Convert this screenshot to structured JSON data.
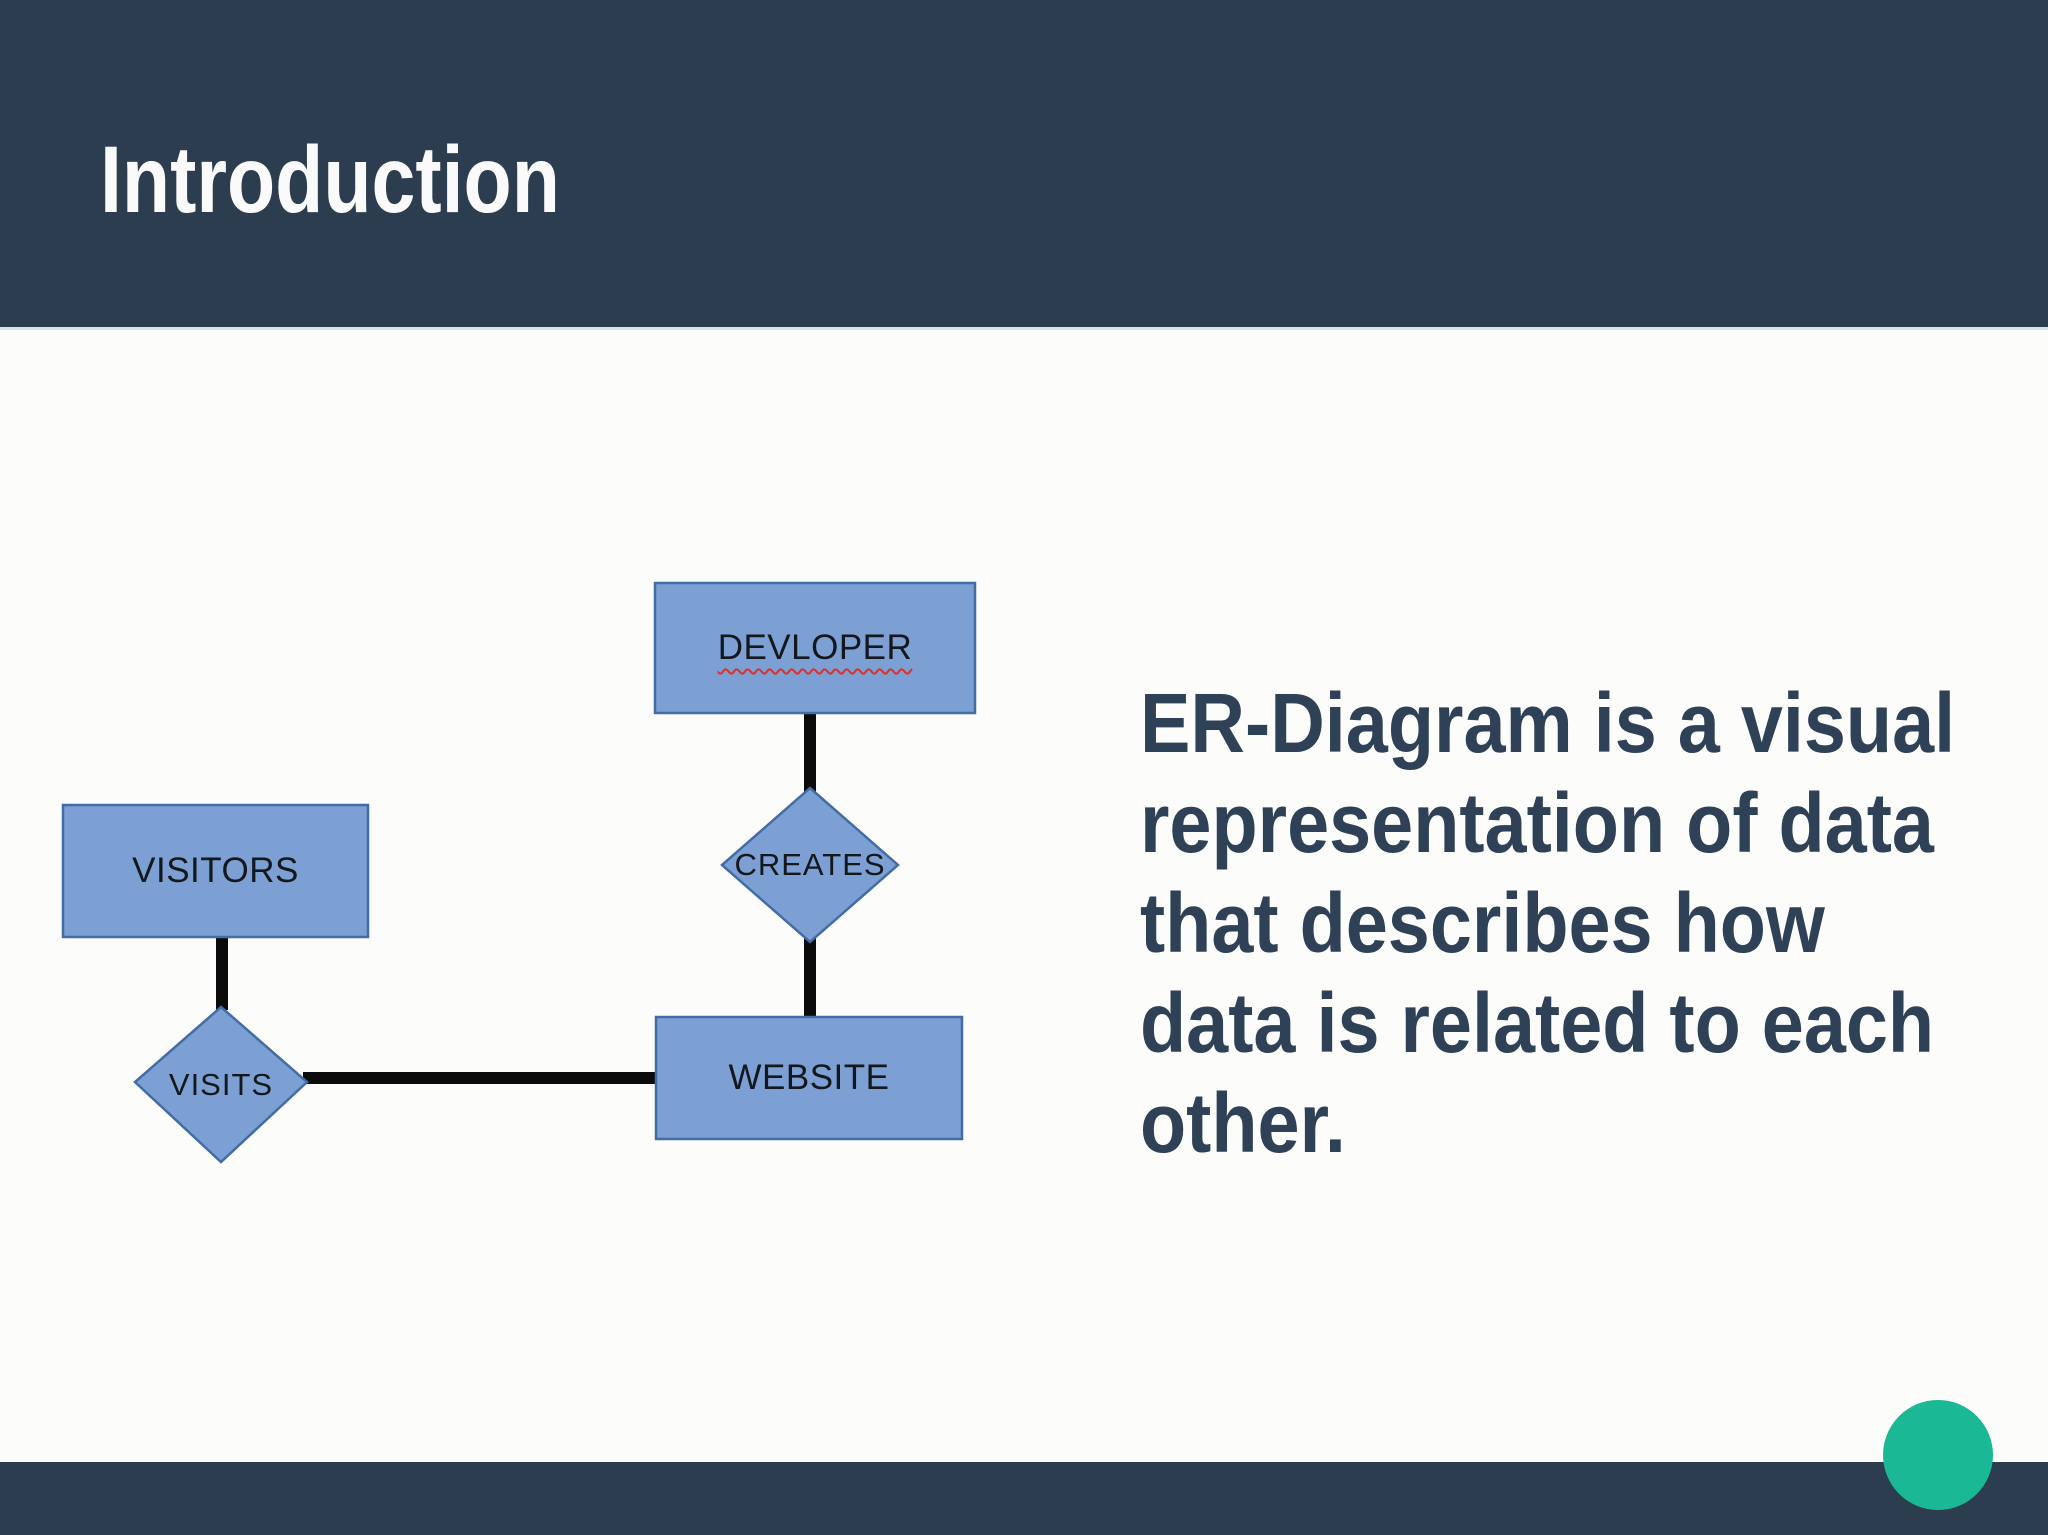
{
  "slide": {
    "header": {
      "title": "Introduction"
    },
    "body": {
      "text": "ER-Diagram is a visual\nrepresentation of data\nthat describes how\ndata is related to each\nother."
    }
  },
  "diagram": {
    "entities": [
      {
        "label": "DEVLOPER",
        "shape": "rectangle",
        "has_spellcheck_underline": true
      },
      {
        "label": "VISITORS",
        "shape": "rectangle",
        "has_spellcheck_underline": false
      },
      {
        "label": "WEBSITE",
        "shape": "rectangle",
        "has_spellcheck_underline": false
      }
    ],
    "relationships": [
      {
        "label": "CREATES",
        "shape": "diamond"
      },
      {
        "label": "VISITS",
        "shape": "diamond"
      }
    ],
    "connections": [
      "DEVLOPER - CREATES",
      "CREATES - WEBSITE",
      "VISITORS - VISITS",
      "VISITS - WEBSITE"
    ]
  },
  "colors": {
    "band_navy": "#2C3D4F",
    "background": "#FCFCFB",
    "shape_fill": "#7CA0D4",
    "shape_border": "#426CA6",
    "connector_black": "#0B0B0B",
    "body_text_navy": "#2E4156",
    "title_white": "#FAFAFA",
    "accent_green": "#1BB896",
    "spellcheck_red": "#D9312B"
  }
}
